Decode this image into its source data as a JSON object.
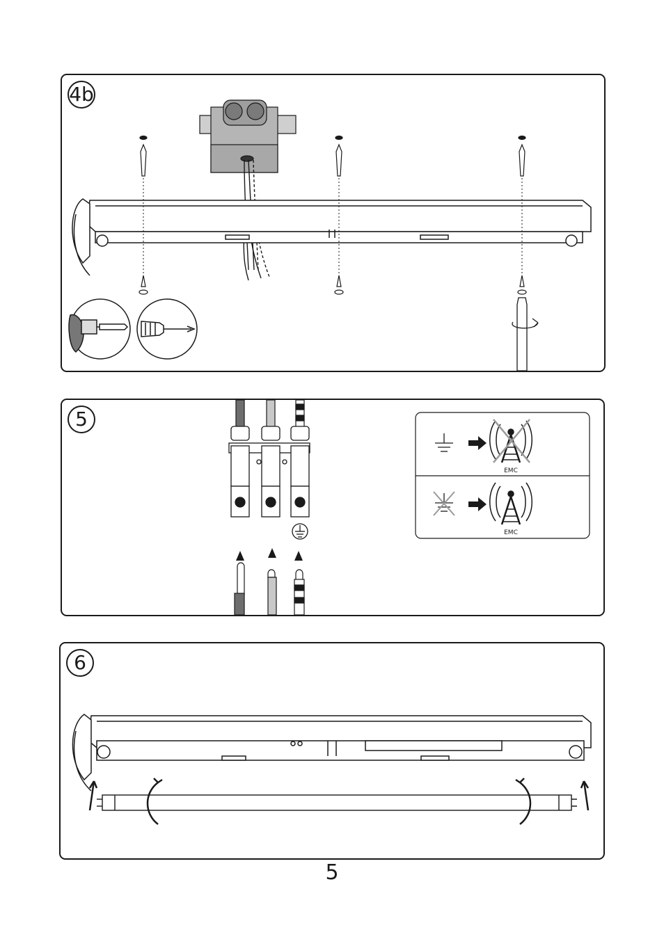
{
  "steps": {
    "step_4b": {
      "label": "4b"
    },
    "step_5": {
      "label": "5"
    },
    "step_6": {
      "label": "6"
    }
  },
  "emc": {
    "with_ground_label": "EMC",
    "without_ground_label": "EMC"
  },
  "colors": {
    "line": "#1a1a1a",
    "wire_brown": "#6e6e6e",
    "wire_grey": "#c8c8c8",
    "junction_box": "#b5b5b5",
    "cut_cross": "#999999"
  },
  "page": {
    "number": "5"
  }
}
